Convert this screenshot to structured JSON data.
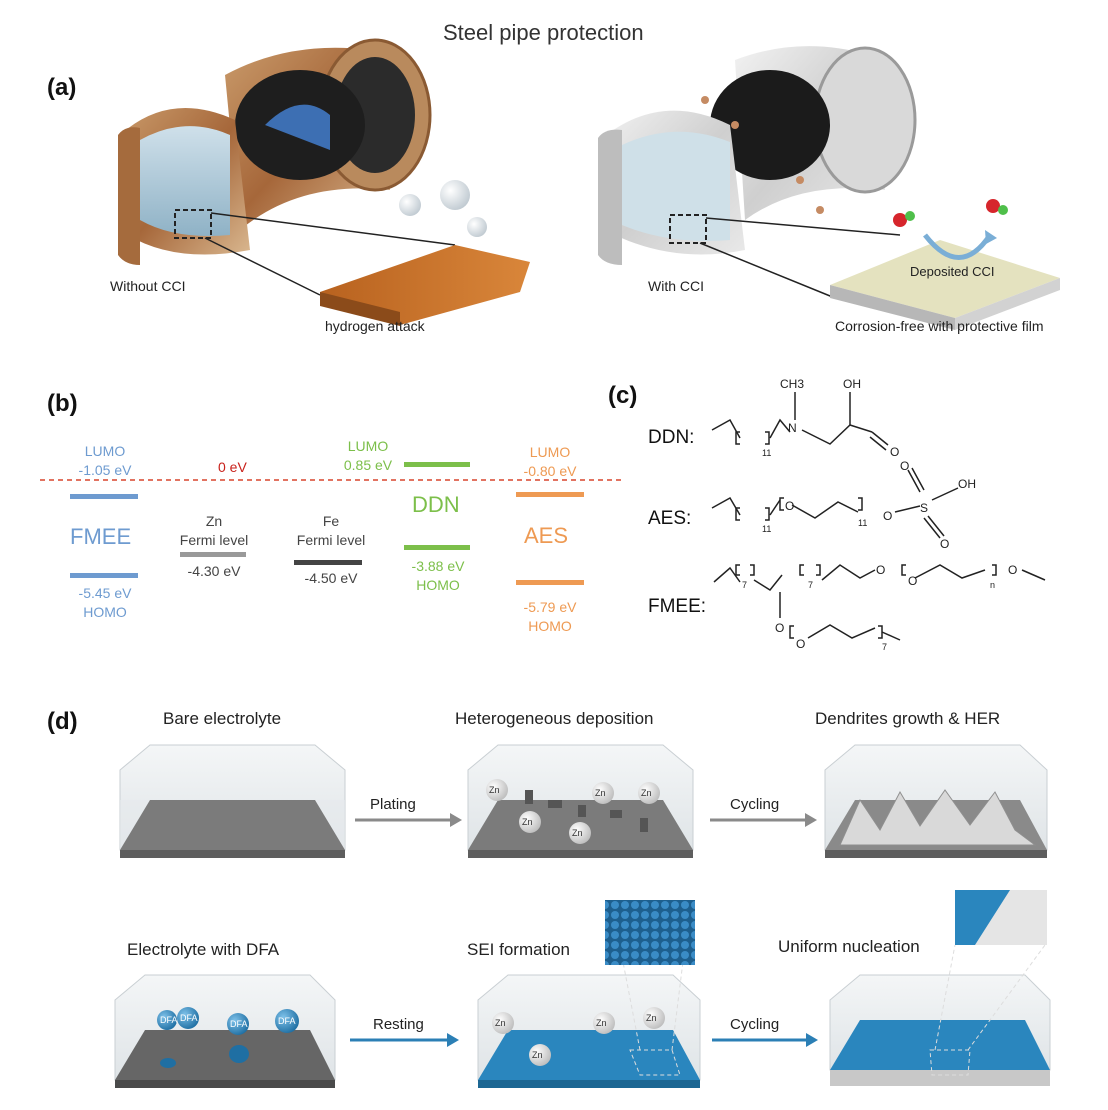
{
  "figure_title": "Steel pipe protection",
  "panel_a": {
    "label": "(a)",
    "left_caption": "Without CCI",
    "left_inset_caption": "hydrogen attack",
    "right_caption": "With CCI",
    "right_inset_label": "Deposited CCI",
    "right_inset_caption": "Corrosion-free with protective film"
  },
  "panel_b": {
    "label": "(b)",
    "zero_label": "0 eV",
    "fmee": {
      "name": "FMEE",
      "lumo_word": "LUMO",
      "lumo_value": "-1.05 eV",
      "homo_value": "-5.45 eV",
      "homo_word": "HOMO"
    },
    "zn": {
      "name": "Zn",
      "sub": "Fermi level",
      "value": "-4.30 eV"
    },
    "fe": {
      "name": "Fe",
      "sub": "Fermi level",
      "value": "-4.50 eV"
    },
    "ddn": {
      "name": "DDN",
      "lumo_word": "LUMO",
      "lumo_value": "0.85 eV",
      "homo_value": "-3.88 eV",
      "homo_word": "HOMO"
    },
    "aes": {
      "name": "AES",
      "lumo_word": "LUMO",
      "lumo_value": "-0.80 eV",
      "homo_value": "-5.79 eV",
      "homo_word": "HOMO"
    },
    "colors": {
      "fmee": "#6e9bd0",
      "ddn": "#7cbf4a",
      "aes": "#ee9a53",
      "metal": "#555555",
      "zero_line": "#d9452d"
    }
  },
  "panel_c": {
    "label": "(c)",
    "ddn_label": "DDN:",
    "aes_label": "AES:",
    "fmee_label": "FMEE:",
    "atoms": {
      "ch3": "CH3",
      "oh": "OH",
      "o": "O",
      "n": "N",
      "s": "S"
    },
    "subscripts": {
      "eleven": "11",
      "seven": "7",
      "n": "n"
    }
  },
  "panel_d": {
    "label": "(d)",
    "top_row": {
      "titles": [
        "Bare electrolyte",
        "Heterogeneous deposition",
        "Dendrites growth & HER"
      ],
      "arrows": [
        "Plating",
        "Cycling"
      ],
      "ions": [
        "Zn",
        "Zn",
        "Zn",
        "Zn",
        "Zn"
      ]
    },
    "bottom_row": {
      "titles": [
        "Electrolyte with DFA",
        "SEI formation",
        "Uniform nucleation"
      ],
      "arrows": [
        "Resting",
        "Cycling"
      ],
      "dfa": [
        "DFA",
        "DFA",
        "DFA",
        "DFA"
      ],
      "ions": [
        "Zn",
        "Zn",
        "Zn",
        "Zn"
      ]
    },
    "colors": {
      "grey_arrow": "#8a8a8a",
      "blue_arrow": "#2b7fb5",
      "sei_blue": "#2a86be",
      "plate": "#777777"
    }
  }
}
